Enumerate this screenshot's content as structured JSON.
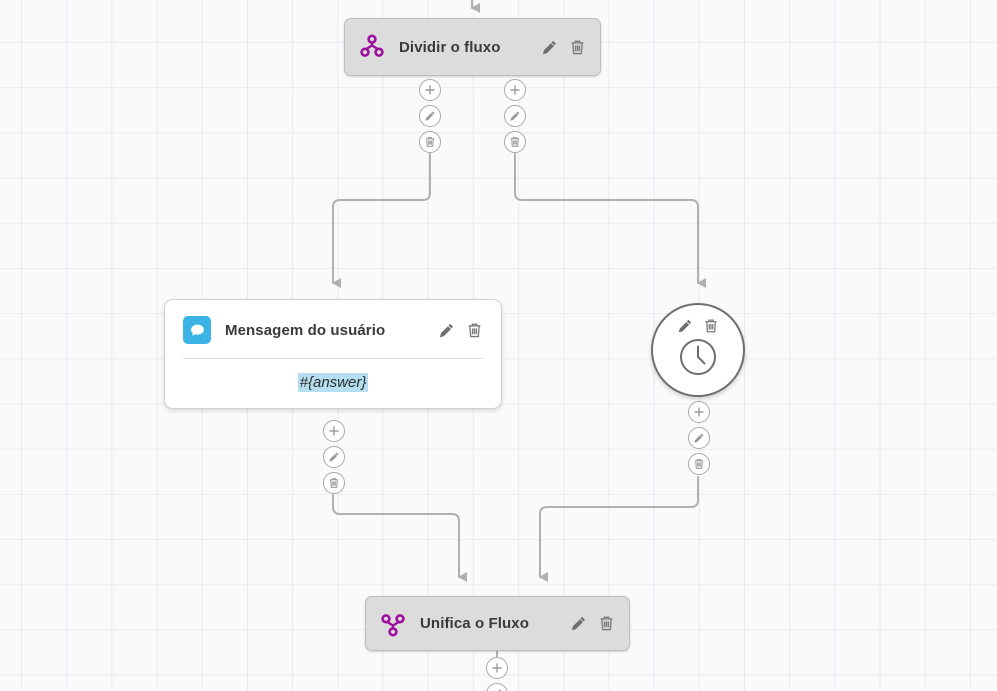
{
  "canvas": {
    "background_color": "#fafafb",
    "grid_line_color": "#e7eaf1",
    "grid_size": 45
  },
  "colors": {
    "purple_icon": "#9c0f9c",
    "blue_icon": "#3bb4e5",
    "variable_highlight": "#b5dff0",
    "node_grey_fill": "#dcdcdc",
    "node_grey_border": "#bdbdbd",
    "connector": "#b0b0b0",
    "tool_icon": "#6e6e6e"
  },
  "nodes": {
    "split": {
      "title": "Dividir o fluxo",
      "icon": "split-flow-icon",
      "edit_icon": "pencil-icon",
      "delete_icon": "trash-icon"
    },
    "user_message": {
      "title": "Mensagem do usuário",
      "icon": "chat-bubble-icon",
      "edit_icon": "pencil-icon",
      "delete_icon": "trash-icon",
      "body_value": "#{answer}"
    },
    "timer": {
      "icon": "clock-icon",
      "edit_icon": "pencil-icon",
      "delete_icon": "trash-icon"
    },
    "merge": {
      "title": "Unifica o Fluxo",
      "icon": "merge-flow-icon",
      "edit_icon": "pencil-icon",
      "delete_icon": "trash-icon"
    }
  },
  "action_buttons": {
    "add_label": "add-icon",
    "edit_label": "pencil-icon",
    "delete_label": "trash-icon"
  }
}
